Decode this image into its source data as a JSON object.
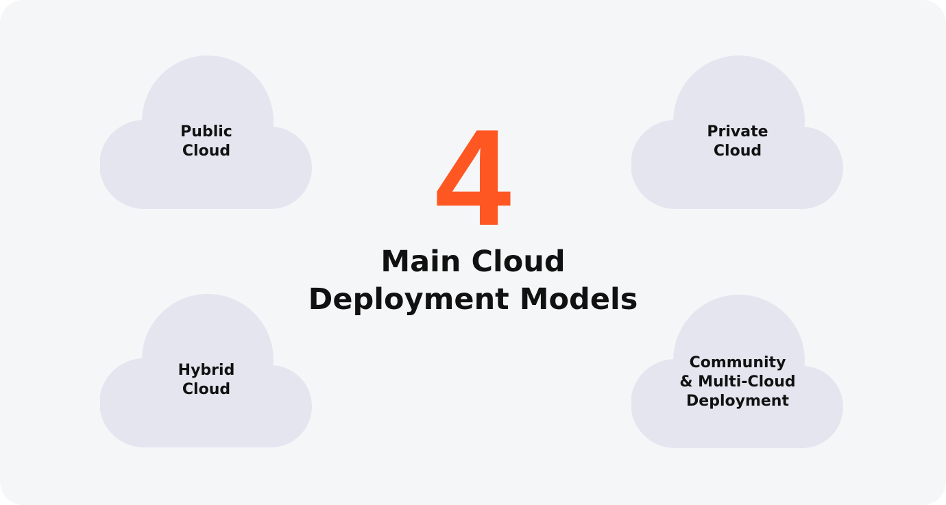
{
  "colors": {
    "background": "#f5f6f8",
    "cloud": "#e5e5f0",
    "accent": "#fe5722",
    "text": "#111111"
  },
  "headline": {
    "number": "4",
    "title": "Main Cloud\nDeployment Models"
  },
  "clouds": [
    {
      "label": "Public\nCloud"
    },
    {
      "label": "Private\nCloud"
    },
    {
      "label": "Hybrid\nCloud"
    },
    {
      "label": "Community\n& Multi-Cloud\nDeployment"
    }
  ]
}
